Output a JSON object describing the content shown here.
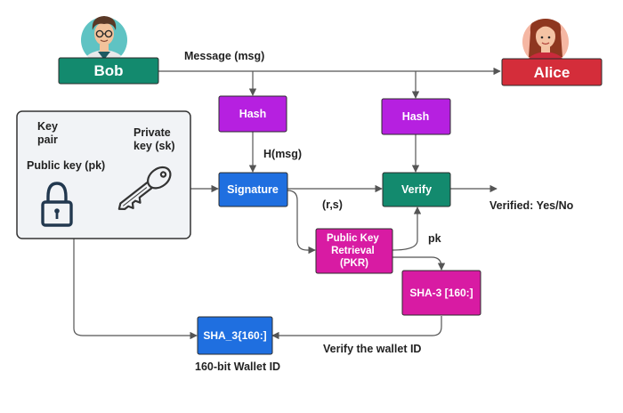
{
  "nodes": {
    "bob": "Bob",
    "alice": "Alice",
    "hash_left": "Hash",
    "hash_right": "Hash",
    "signature": "Signature",
    "verify": "Verify",
    "pkr": [
      "Public Key",
      "Retrieval",
      "(PKR)"
    ],
    "sha3_right": "SHA-3 [160:]",
    "sha3_left": "SHA_3{160:]"
  },
  "keypair_panel": {
    "title": [
      "Key",
      "pair"
    ],
    "private_key": [
      "Private",
      "key (sk)"
    ],
    "public_key": "Public key (pk)"
  },
  "edge_labels": {
    "message": "Message (msg)",
    "hmsg": "H(msg)",
    "rs": "(r,s)",
    "pk": "pk",
    "verified": "Verified: Yes/No",
    "verify_wallet": "Verify the wallet ID",
    "wallet_id": "160-bit Wallet ID"
  },
  "colors": {
    "bob": "#138a6e",
    "alice": "#d42d3a",
    "hash": "#b620e0",
    "signature": "#1f6fe0",
    "verify": "#138a6e",
    "pkr": "#d81ba3",
    "sha3_right": "#d81ba3",
    "sha3_left": "#1f6fe0",
    "panel_fill": "#f1f3f6",
    "panel_stroke": "#333333",
    "lock": "#22384f",
    "key": "#333333"
  },
  "icons": {
    "bob_avatar": "man-avatar-icon",
    "alice_avatar": "woman-avatar-icon",
    "lock": "padlock-icon",
    "key": "key-icon"
  }
}
